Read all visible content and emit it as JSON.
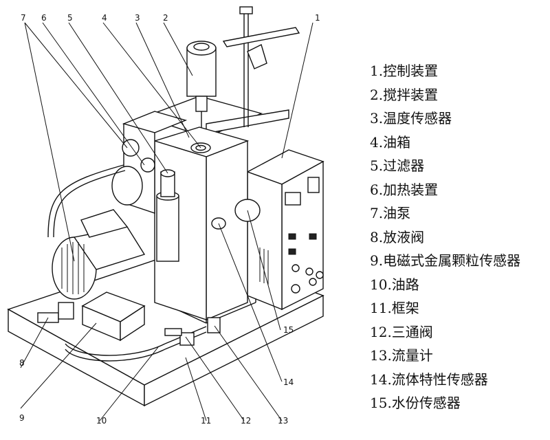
{
  "callouts": [
    {
      "num": "1"
    },
    {
      "num": "2"
    },
    {
      "num": "3"
    },
    {
      "num": "4"
    },
    {
      "num": "5"
    },
    {
      "num": "6"
    },
    {
      "num": "7"
    },
    {
      "num": "8"
    },
    {
      "num": "9"
    },
    {
      "num": "10"
    },
    {
      "num": "11"
    },
    {
      "num": "12"
    },
    {
      "num": "13"
    },
    {
      "num": "14"
    },
    {
      "num": "15"
    }
  ],
  "legend": [
    "1.控制装置",
    "2.搅拌装置",
    "3.温度传感器",
    "4.油箱",
    "5.过滤器",
    "6.加热装置",
    "7.油泵",
    "8.放液阀",
    "9.电磁式金属颗粒传感器",
    "10.油路",
    "11.框架",
    "12.三通阀",
    "13.流量计",
    "14.流体特性传感器",
    "15.水份传感器"
  ]
}
